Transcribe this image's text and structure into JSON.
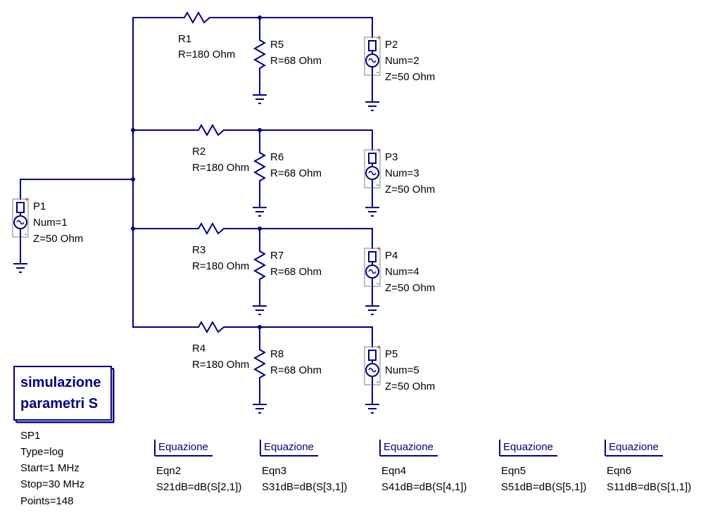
{
  "colors": {
    "wire": "#00007f",
    "symbol": "#00007f",
    "plus": "#ff0000",
    "text": "#000000"
  },
  "resistors_series": [
    {
      "name": "R1",
      "value": "R=180 Ohm"
    },
    {
      "name": "R2",
      "value": "R=180 Ohm"
    },
    {
      "name": "R3",
      "value": "R=180 Ohm"
    },
    {
      "name": "R4",
      "value": "R=180 Ohm"
    }
  ],
  "resistors_shunt": [
    {
      "name": "R5",
      "value": "R=68 Ohm"
    },
    {
      "name": "R6",
      "value": "R=68 Ohm"
    },
    {
      "name": "R7",
      "value": "R=68 Ohm"
    },
    {
      "name": "R8",
      "value": "R=68 Ohm"
    }
  ],
  "ports": [
    {
      "name": "P1",
      "num": "Num=1",
      "z": "Z=50 Ohm"
    },
    {
      "name": "P2",
      "num": "Num=2",
      "z": "Z=50 Ohm"
    },
    {
      "name": "P3",
      "num": "Num=3",
      "z": "Z=50 Ohm"
    },
    {
      "name": "P4",
      "num": "Num=4",
      "z": "Z=50 Ohm"
    },
    {
      "name": "P5",
      "num": "Num=5",
      "z": "Z=50 Ohm"
    }
  ],
  "port_symbols": {
    "plus": "+",
    "minus": "-"
  },
  "simulation": {
    "title_line1": "simulazione",
    "title_line2": "parametri S",
    "name": "SP1",
    "type": "Type=log",
    "start": "Start=1 MHz",
    "stop": "Stop=30 MHz",
    "points": "Points=148"
  },
  "equations": [
    {
      "title": "Equazione",
      "name": "Eqn2",
      "expr": "S21dB=dB(S[2,1])"
    },
    {
      "title": "Equazione",
      "name": "Eqn3",
      "expr": "S31dB=dB(S[3,1])"
    },
    {
      "title": "Equazione",
      "name": "Eqn4",
      "expr": "S41dB=dB(S[4,1])"
    },
    {
      "title": "Equazione",
      "name": "Eqn5",
      "expr": "S51dB=dB(S[5,1])"
    },
    {
      "title": "Equazione",
      "name": "Eqn6",
      "expr": "S11dB=dB(S[1,1])"
    }
  ]
}
